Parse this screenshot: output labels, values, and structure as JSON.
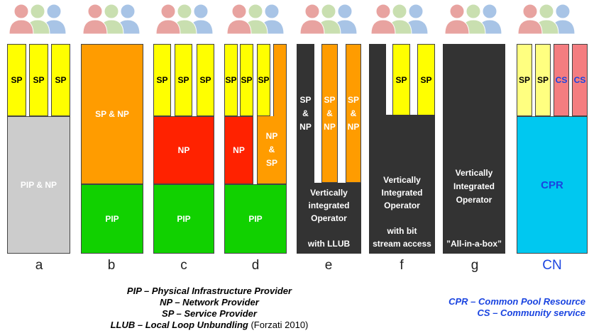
{
  "columns": [
    {
      "id": "a",
      "letter": "a",
      "blocks": [
        {
          "label": "SP",
          "color": "yellow",
          "x": 0,
          "y": 0,
          "w": 0,
          "h": 0
        }
      ]
    }
  ],
  "letters": [
    "a",
    "b",
    "c",
    "d",
    "e",
    "f",
    "g",
    "CN"
  ],
  "labels": {
    "sp": "SP",
    "cs": "CS",
    "sp_np": "SP & NP",
    "pip_np": "PIP & NP",
    "pip": "PIP",
    "np": "NP",
    "np_sp": "NP\n&\nSP",
    "sp_amp_np": "SP\n&\nNP",
    "cpr": "CPR",
    "e_text": "Vertically\nintegrated\nOperator\n\nwith LLUB",
    "f_text": "Vertically\nIntegrated\nOperator\n\nwith bit\nstream access",
    "g_text": "Vertically\nIntegrated\nOperator",
    "g_bottom": "”All-in-a-box”"
  },
  "legend_left": {
    "line1": "PIP – Physical Infrastructure Provider",
    "line2": "NP – Network Provider",
    "line3": "SP – Service Provider",
    "line4": "LLUB – Local Loop Unbundling",
    "line4_cite": " (Forzati 2010)"
  },
  "legend_right": {
    "line1": "CPR – Common Pool Resource",
    "line2": "CS – Community service"
  },
  "colors": {
    "yellow": "#ffff00",
    "light_yellow": "#ffff80",
    "pink": "#f47d80",
    "orange": "#ff9c00",
    "red": "#ff2200",
    "green": "#11d100",
    "gray": "#cccccc",
    "dark": "#333333",
    "cyan": "#00c8f0",
    "blue_text": "#1a44e0",
    "user_red": "#e8a3a0",
    "user_green": "#c9dfb0",
    "user_blue": "#a8c4e6"
  }
}
